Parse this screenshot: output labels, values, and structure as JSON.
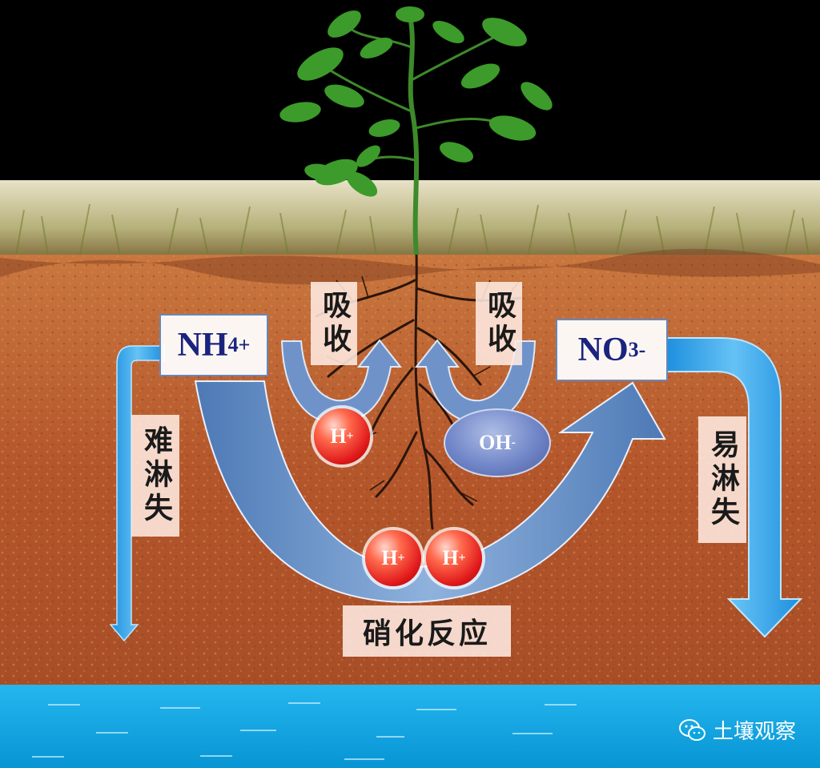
{
  "ions": {
    "ammonium": {
      "symbol": "NH",
      "sub": "4",
      "sup": "+"
    },
    "nitrate": {
      "symbol": "NO",
      "sub": "3",
      "sup": "-"
    },
    "hydrogen": {
      "symbol": "H",
      "sup": "+"
    },
    "hydroxide": {
      "symbol": "OH",
      "sup": "-"
    }
  },
  "labels": {
    "absorb_left": "吸收",
    "absorb_right": "吸收",
    "hard_leach": "难淋失",
    "easy_leach": "易淋失",
    "nitrification": "硝化反应"
  },
  "watermark": {
    "icon": "wechat-icon",
    "text": "土壤观察"
  },
  "colors": {
    "sky": "#000000",
    "soil": "#b85a2c",
    "water": "#0aa6e0",
    "arrow_leach": "#3aa3e8",
    "arrow_main": "#4f7fbf",
    "label_text": "#1a237e"
  }
}
